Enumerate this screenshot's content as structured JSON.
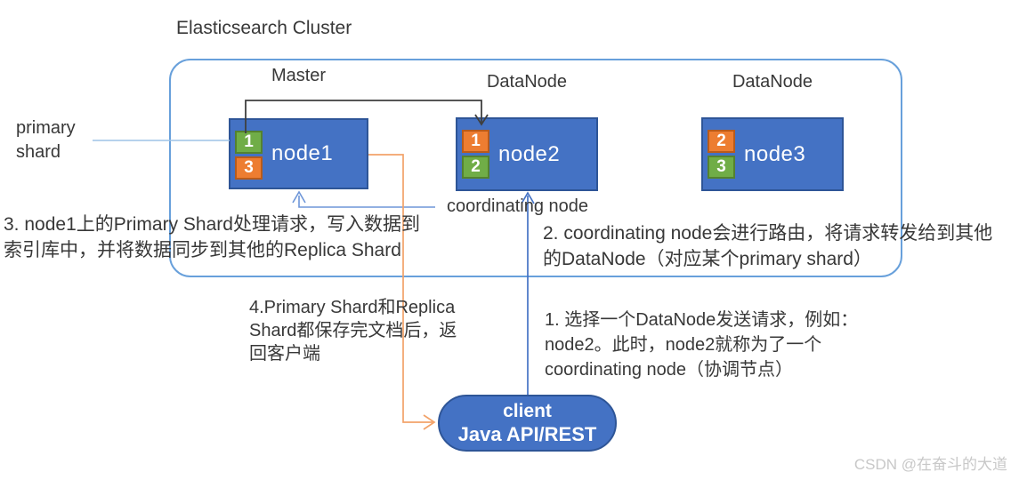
{
  "title": "Elasticsearch Cluster",
  "watermark": "CSDN @在奋斗的大道",
  "cluster": {
    "nodes": [
      {
        "role": "Master",
        "name": "node1",
        "shards": [
          {
            "num": "1",
            "type": "primary"
          },
          {
            "num": "3",
            "type": "replica"
          }
        ]
      },
      {
        "role": "DataNode",
        "name": "node2",
        "shards": [
          {
            "num": "1",
            "type": "replica"
          },
          {
            "num": "2",
            "type": "primary"
          }
        ]
      },
      {
        "role": "DataNode",
        "name": "node3",
        "shards": [
          {
            "num": "2",
            "type": "replica"
          },
          {
            "num": "3",
            "type": "primary"
          }
        ]
      }
    ]
  },
  "labels": {
    "primary_shard": "primary\nshard",
    "coordinating_node": "coordinating node"
  },
  "client": {
    "line1": "client",
    "line2": "Java API/REST"
  },
  "annotations": {
    "step1": "1. 选择一个DataNode发送请求，例如：\nnode2。此时，node2就称为了一个\ncoordinating node（协调节点）",
    "step2": "2. coordinating node会进行路由，将请求转发给到其他\n的DataNode（对应某个primary shard）",
    "step3": "3. node1上的Primary Shard处理请求，写入数据到\n索引库中，并将数据同步到其他的Replica Shard",
    "step4": "4.Primary Shard和Replica\nShard都保存完文档后，返\n回客户端"
  },
  "colors": {
    "node_fill": "#4472C4",
    "node_border": "#2E5597",
    "primary_shard_fill": "#70AD47",
    "replica_shard_fill": "#ED7D31",
    "cluster_border": "#68A0DB",
    "arrow_black": "#3F3F3F",
    "arrow_blue": "#4472C4",
    "arrow_light_blue": "#9DC3E6",
    "arrow_orange": "#F2A269",
    "text_color": "#383838",
    "watermark_color": "#C8C8C8"
  }
}
